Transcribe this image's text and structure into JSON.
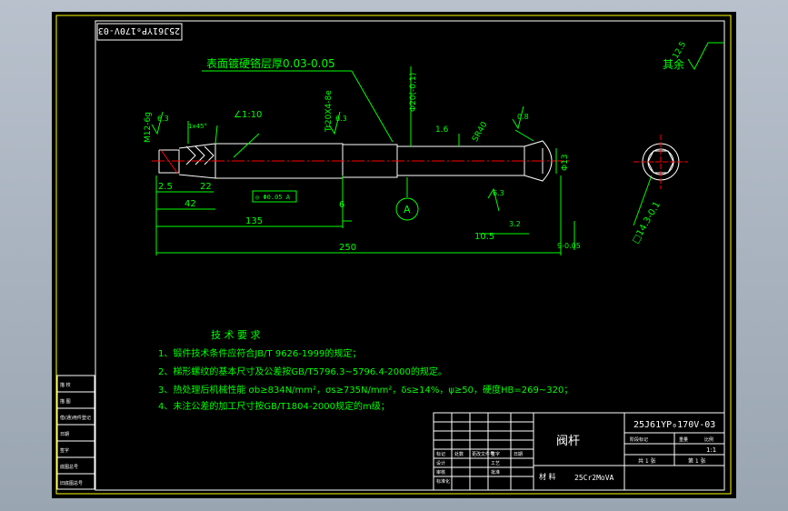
{
  "drawing": {
    "code_stamp": "25J61YP₀170V-03",
    "coating_note": "表面镀硬铬层厚0.03-0.05",
    "rest_label": "其余",
    "rest_roughness": "12.5",
    "view_label": "A",
    "dims": {
      "overall": "250",
      "d135": "135",
      "d42": "42",
      "d22": "22",
      "d25": "2.5",
      "d6": "6",
      "d105": "10.5",
      "d16": "1.6",
      "d105b": "9-0.05",
      "d13": "Φ13",
      "d20": "Φ20(-0.1)",
      "sr": "SR40",
      "taper": "∠1:10",
      "chamfer": "1x45°",
      "thread": "M12-6g",
      "trap": "Tr20X4-8e",
      "hex": "□14.3-0.1",
      "tol_frame": "◎ Φ0.05 A",
      "r1": "6.3",
      "r2": "3.2",
      "r3": "0.8",
      "r4": "6.3",
      "r5": "6.3"
    },
    "tech": {
      "title": "技 术 要 求",
      "lines": [
        "1、锻件技术条件应符合JB/T 9626-1999的规定；",
        "2、梯形螺纹的基本尺寸及公差按GB/T5796.3~5796.4-2000的规定。",
        "3、热处理后机械性能 σb≥834N/mm²，σs≥735N/mm²，δs≥14%，ψ≥50，硬度HB=269~320；",
        "4、未注公差的加工尺寸按GB/T1804-2000规定的m级；"
      ]
    },
    "title_block": {
      "part_name": "阀杆",
      "drawing_no": "25J61YP₀170V-03",
      "material_label": "材 料",
      "material": "25Cr2MoVA",
      "scale": "1:1",
      "sheet_total": "共 1 张",
      "sheet_no": "第 1 张",
      "header_labels": [
        "标记",
        "处数",
        "更改文件号",
        "签字",
        "日期"
      ],
      "role_labels": [
        "设计",
        "审核",
        "标准化",
        "工艺",
        "批准"
      ],
      "stage_labels": [
        "阶段标记",
        "重量",
        "比例"
      ]
    },
    "side_strip": [
      "旧底图总号",
      "底图总号",
      "签字",
      "日期",
      "借(通)用件登记",
      "描 图",
      "描 校"
    ]
  }
}
